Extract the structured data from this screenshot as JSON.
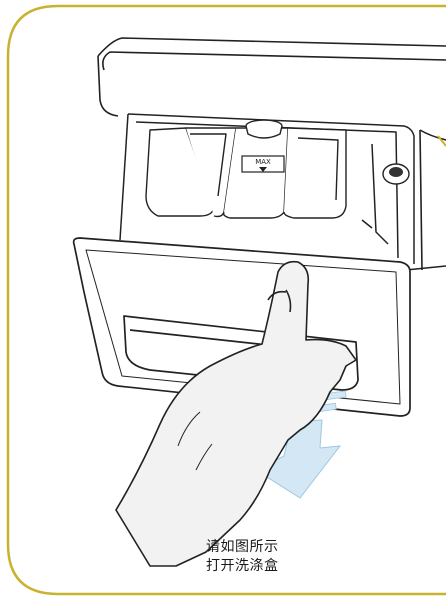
{
  "drawer": {
    "max_label": "MAX"
  },
  "caption": {
    "line1": "请如图所示",
    "line2": "打开洗涤盒"
  },
  "colors": {
    "frame": "#c9b230",
    "ink": "#222222",
    "hand": "#f2f2f2",
    "arrow": "#d3e7f4"
  }
}
